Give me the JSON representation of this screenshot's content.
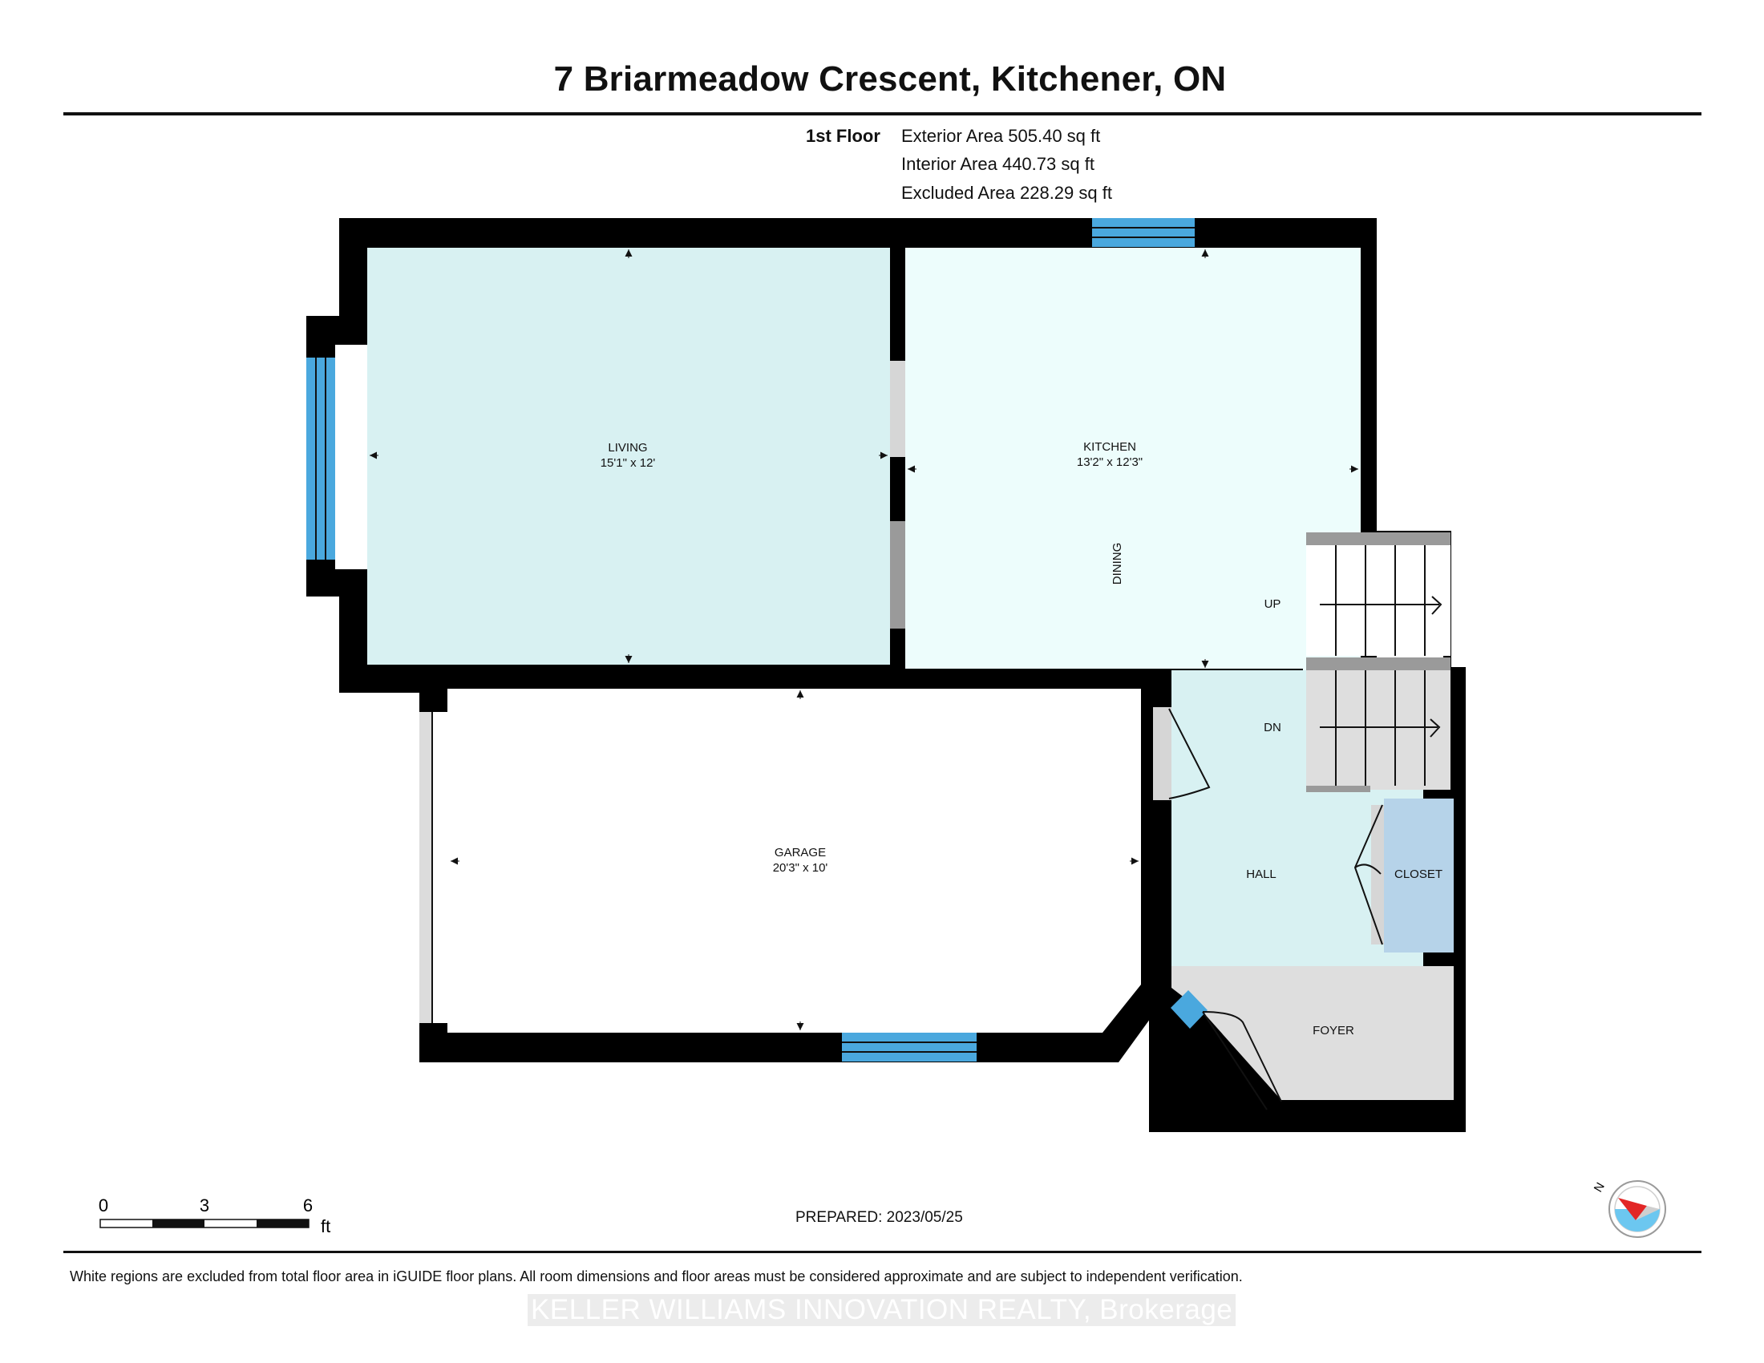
{
  "header": {
    "title": "7 Briarmeadow Crescent, Kitchener, ON"
  },
  "floor": {
    "label": "1st Floor",
    "exterior_area": "Exterior Area 505.40 sq ft",
    "interior_area": "Interior Area 440.73 sq ft",
    "excluded_area": "Excluded Area 228.29 sq ft"
  },
  "rooms": {
    "living": {
      "name": "LIVING",
      "dims": "15'1\" x 12'"
    },
    "kitchen": {
      "name": "KITCHEN",
      "dims": "13'2\" x 12'3\""
    },
    "dining": {
      "name": "DINING"
    },
    "garage": {
      "name": "GARAGE",
      "dims": "20'3\" x 10'"
    },
    "hall": {
      "name": "HALL"
    },
    "closet": {
      "name": "CLOSET"
    },
    "foyer": {
      "name": "FOYER"
    },
    "stairs_up": "UP",
    "stairs_down": "DN"
  },
  "scale_bar": {
    "ticks": [
      "0",
      "3",
      "6"
    ],
    "unit": "ft"
  },
  "compass": {
    "label": "N"
  },
  "prepared": "PREPARED: 2023/05/25",
  "footer": {
    "note": "White regions are excluded from total floor area in iGUIDE floor plans. All room dimensions and floor areas must be considered approximate and are subject to independent verification.",
    "watermark": "KELLER WILLIAMS INNOVATION REALTY, Brokerage"
  },
  "colors": {
    "wall": "#000000",
    "window": "#4aa8de",
    "living_fill": "#d8f1f2",
    "kitchen_fill": "#edfdfc",
    "hall_fill": "#d8f1f2",
    "closet_fill": "#b6d3e9",
    "foyer_fill": "#dedede",
    "door": "#d6d6d6"
  }
}
